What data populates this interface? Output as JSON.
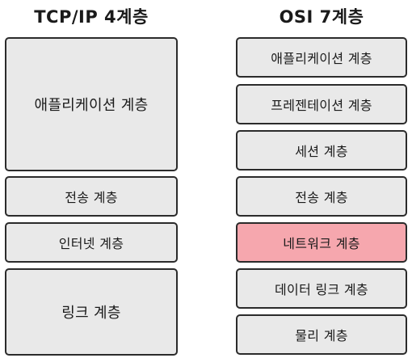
{
  "tcpip_model": {
    "title": "TCP/IP 4계층",
    "layers": [
      {
        "label": "애플리케이션 계층"
      },
      {
        "label": "전송 계층"
      },
      {
        "label": "인터넷 계층"
      },
      {
        "label": "링크 계층"
      }
    ]
  },
  "osi_model": {
    "title": "OSI 7계층",
    "layers": [
      {
        "label": "애플리케이션 계층"
      },
      {
        "label": "프레젠테이션 계층"
      },
      {
        "label": "세션 계층"
      },
      {
        "label": "전송 계층"
      },
      {
        "label": "네트워크 계층",
        "highlighted": true
      },
      {
        "label": "데이터 링크 계층"
      },
      {
        "label": "물리 계층"
      }
    ]
  },
  "colors": {
    "layer_fill": "#e9e9e9",
    "highlight_fill": "#f6a7ae",
    "border": "#2b2b2b"
  }
}
